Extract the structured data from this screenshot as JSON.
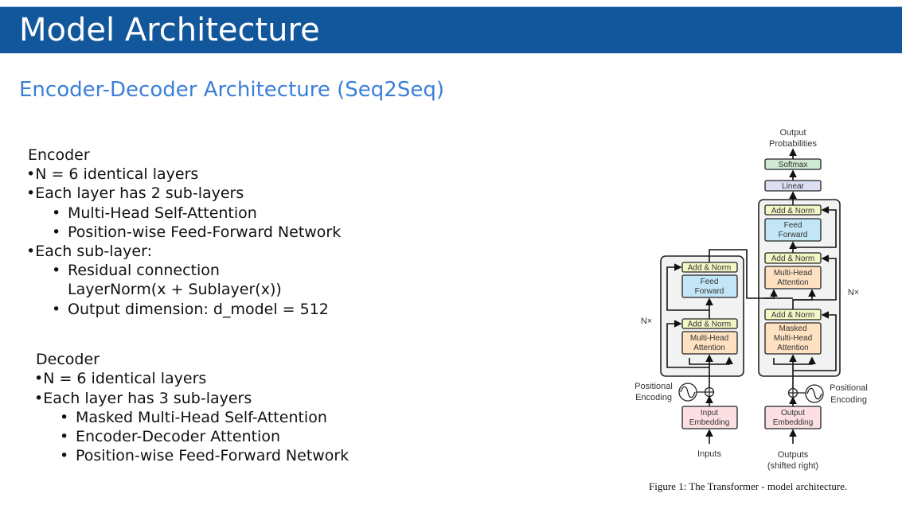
{
  "header": {
    "title": "Model Architecture"
  },
  "subtitle": "Encoder-Decoder Architecture (Seq2Seq)",
  "encoder": {
    "heading": "Encoder",
    "items": [
      "•N = 6 identical layers",
      "•Each layer has 2 sub-layers"
    ],
    "sublayers": [
      "Multi-Head Self-Attention",
      "Position-wise Feed-Forward Network"
    ],
    "each_sublayer": "•Each sub-layer:",
    "sub_details": [
      "Residual connection",
      "LayerNorm(x + Sublayer(x))",
      "Output dimension: d_model = 512"
    ]
  },
  "decoder": {
    "heading": "Decoder",
    "items": [
      "•N = 6 identical layers",
      "•Each layer has 3 sub-layers"
    ],
    "sublayers": [
      "Masked Multi-Head Self-Attention",
      "Encoder-Decoder Attention",
      "Position-wise Feed-Forward Network"
    ]
  },
  "figure": {
    "output_probabilities": [
      "Output",
      "Probabilities"
    ],
    "softmax": "Softmax",
    "linear": "Linear",
    "add_norm": "Add & Norm",
    "feed_forward": [
      "Feed",
      "Forward"
    ],
    "multi_head": [
      "Multi-Head",
      "Attention"
    ],
    "masked_multi_head": [
      "Masked",
      "Multi-Head",
      "Attention"
    ],
    "nx": "N×",
    "positional_encoding": [
      "Positional",
      "Encoding"
    ],
    "input_embedding": [
      "Input",
      "Embedding"
    ],
    "output_embedding": [
      "Output",
      "Embedding"
    ],
    "inputs": "Inputs",
    "outputs": [
      "Outputs",
      "(shifted right)"
    ],
    "caption": "Figure 1: The Transformer - model architecture.",
    "colors": {
      "add_norm": "#f3f6c5",
      "feed_forward": "#c3e6f6",
      "attention": "#fde1c0",
      "embedding": "#fbdfe3",
      "linear": "#dcdff2",
      "softmax": "#cfe9d3",
      "block": "#f2f2f2"
    }
  }
}
